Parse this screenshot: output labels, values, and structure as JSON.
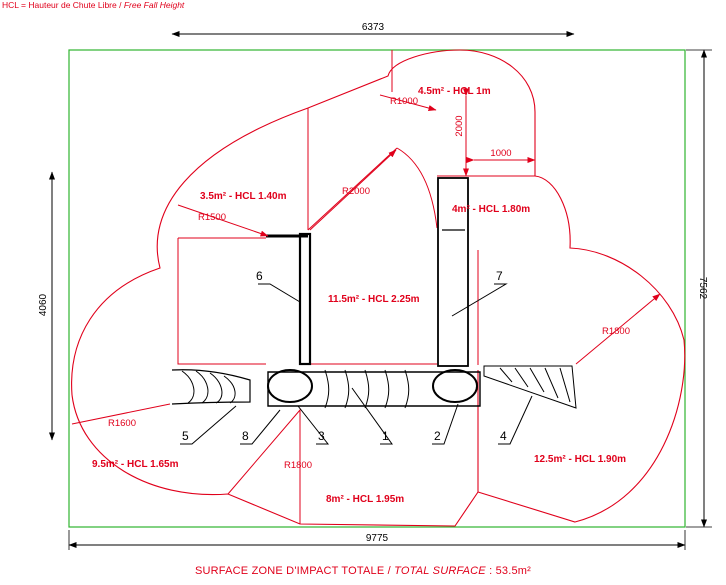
{
  "legend": {
    "prefix": "HCL = Hauteur de Chute Libre / ",
    "italic": "Free Fall Height"
  },
  "dimensions": {
    "top_width": "6373",
    "bottom_width": "9775",
    "left_height": "4060",
    "right_height": "7562",
    "tower_depth": "2000",
    "tower_width": "1000"
  },
  "zones": [
    {
      "id": "zone-4-5",
      "label": "4.5m² - HCL 1m"
    },
    {
      "id": "zone-3-5",
      "label": "3.5m² - HCL 1.40m"
    },
    {
      "id": "zone-4",
      "label": "4m² - HCL 1.80m"
    },
    {
      "id": "zone-11-5",
      "label": "11.5m² - HCL 2.25m"
    },
    {
      "id": "zone-9-5",
      "label": "9.5m² - HCL 1.65m"
    },
    {
      "id": "zone-8",
      "label": "8m² - HCL 1.95m"
    },
    {
      "id": "zone-12-5",
      "label": "12.5m² - HCL 1.90m"
    }
  ],
  "radii": {
    "r1000": "R1000",
    "r1500": "R1500",
    "r2000": "R2000",
    "r1600": "R1600",
    "r1800a": "R1800",
    "r1800b": "R1800"
  },
  "callouts": [
    "1",
    "2",
    "3",
    "4",
    "5",
    "6",
    "7",
    "8"
  ],
  "total": {
    "prefix": "SURFACE ZONE D'IMPACT TOTALE / ",
    "italic": "TOTAL SURFACE",
    "value": " : 53.5m²"
  },
  "colors": {
    "zone_line": "#e0001b",
    "boundary": "#2fb52f",
    "dimension": "#000000"
  }
}
